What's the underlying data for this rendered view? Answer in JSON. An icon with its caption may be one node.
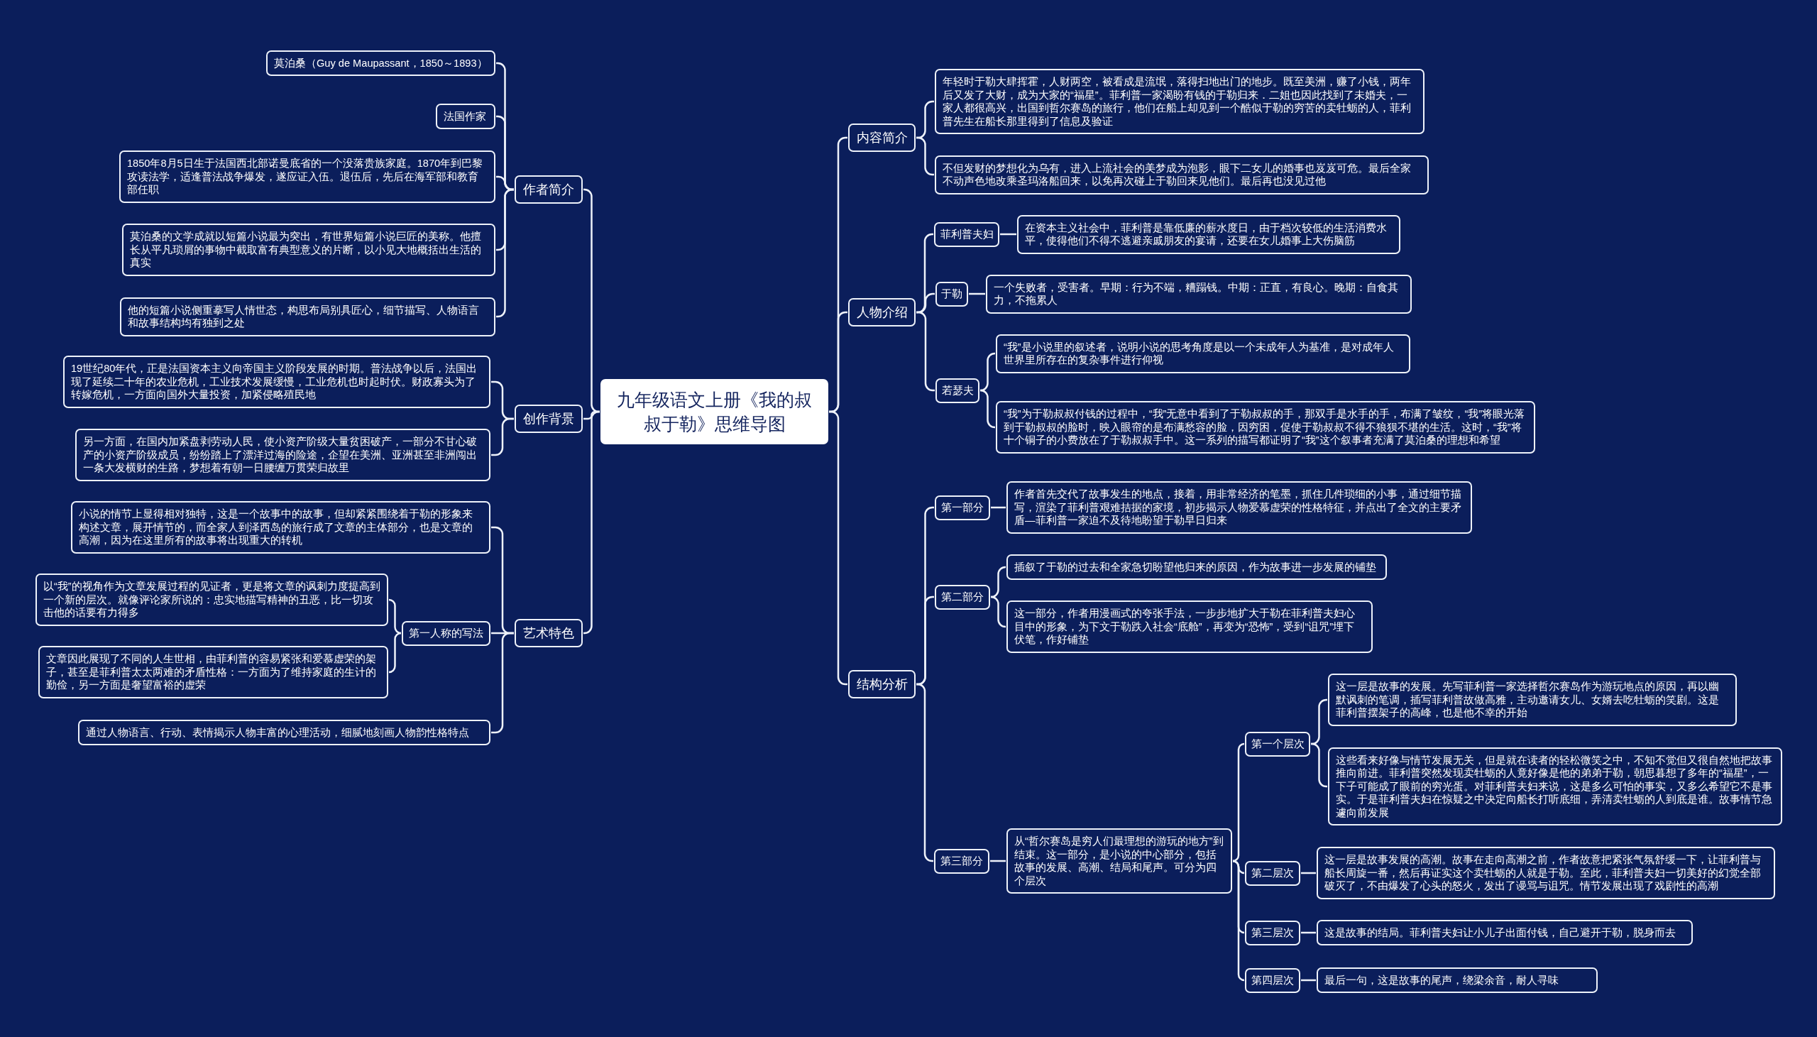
{
  "diagram": {
    "nodes": [
      {
        "text": [
          "九年级语文上册《我的叔叔于勒》思维导图"
        ]
      },
      {
        "text": [
          "内容简介"
        ]
      },
      {
        "text": [
          "年轻时于勒大肆挥霍，人财两空，被看成是流氓，落得扫地出门的地步。既至美洲，赚了小钱，两年后又发了大财，成为大家的“福星”。菲利普一家渴盼有钱的于勒归来．二姐也因此找到了未婚夫，一家人都很高兴，出国到哲尔赛岛的旅行，他们在船上却见到一个酷似于勒的穷苦的卖牡蛎的人，菲利普先生在船长那里得到了信息及验证"
        ]
      },
      {
        "text": [
          "不但发财的梦想化为乌有，进入上流社会的美梦成为泡影，眼下二女儿的婚事也岌岌可危。最后全家不动声色地改乘圣玛洛船回来，以免再次碰上于勒回来见他们。最后再也没见过他"
        ]
      },
      {
        "text": [
          "人物介绍"
        ]
      },
      {
        "text": [
          "菲利普夫妇"
        ]
      },
      {
        "text": [
          "在资本主义社会中，菲利普是靠低廉的薪水度日，由于档次较低的生活消费水平，使得他们不得不逃避亲戚朋友的宴请，还要在女儿婚事上大伤脑筋"
        ]
      },
      {
        "text": [
          "于勒"
        ]
      },
      {
        "text": [
          "一个失败者，受害者。早期：行为不端，糟蹋钱。中期：正直，有良心。晚期：自食其力，不拖累人"
        ]
      },
      {
        "text": [
          "若瑟夫"
        ]
      },
      {
        "text": [
          "“我”是小说里的叙述者，说明小说的思考角度是以一个未成年人为基准，是对成年人世界里所存在的复杂事件进行仰视"
        ]
      },
      {
        "text": [
          "“我”为于勒叔叔付钱的过程中，“我”无意中看到了于勒叔叔的手，那双手是水手的手，布满了皱纹，“我”将眼光落到于勒叔叔的脸时，映入眼帘的是布满愁容的脸，因穷困，促使于勒叔叔不得不狼狈不堪的生活。这时，“我”将十个铜子的小费放在了于勒叔叔手中。这一系列的描写都证明了“我”这个叙事者充满了莫泊桑的理想和希望"
        ]
      },
      {
        "text": [
          "结构分析"
        ]
      },
      {
        "text": [
          "第一部分"
        ]
      },
      {
        "text": [
          "作者首先交代了故事发生的地点，接着，用非常经济的笔墨，抓住几件琐细的小事，通过细节描写，渲染了菲利普艰难拮据的家境，初步揭示人物爱慕虚荣的性格特征，并点出了全文的主要矛盾—菲利普一家迫不及待地盼望于勒早日归来"
        ]
      },
      {
        "text": [
          "第二部分"
        ]
      },
      {
        "text": [
          "插叙了于勒的过去和全家急切盼望他归来的原因，作为故事进一步发展的铺垫"
        ]
      },
      {
        "text": [
          "这一部分，作者用漫画式的夸张手法，一步步地扩大于勒在菲利普夫妇心目中的形象，为下文于勒跌入社会“底舱”，再变为“恐怖”，受到“诅咒”埋下伏笔，作好铺垫"
        ]
      },
      {
        "text": [
          "第三部分"
        ]
      },
      {
        "text": [
          "从“哲尔赛岛是穷人们最理想的游玩的地方”到结束。这一部分，是小说的中心部分，包括故事的发展、高潮、结局和尾声。可分为四个层次"
        ]
      },
      {
        "text": [
          "第一个层次"
        ]
      },
      {
        "text": [
          "这一层是故事的发展。先写菲利普一家选择哲尔赛岛作为游玩地点的原因，再以幽默讽刺的笔调，插写菲利普故做高雅，主动邀请女儿、女婿去吃牡蛎的笑剧。这是菲利普摆架子的高峰，也是他不幸的开始"
        ]
      },
      {
        "text": [
          "这些看来好像与情节发展无关，但是就在读者的轻松微笑之中，不知不觉但又很自然地把故事推向前进。菲利普突然发现卖牡蛎的人竟好像是他的弟弟于勒，朝思暮想了多年的“福星”，一下子可能成了眼前的穷光蛋。对菲利普夫妇来说，这是多么可怕的事实，又多么希望它不是事实。于是菲利普夫妇在惊疑之中决定向船长打听底细，弄清卖牡蛎的人到底是谁。故事情节急遽向前发展"
        ]
      },
      {
        "text": [
          "第二层次"
        ]
      },
      {
        "text": [
          "这一层是故事发展的高潮。故事在走向高潮之前，作者故意把紧张气氛舒缓一下，让菲利普与船长周旋一番，然后再证实这个卖牡蛎的人就是于勒。至此，菲利普夫妇一切美好的幻觉全部破灭了，不由爆发了心头的怒火，发出了谩骂与诅咒。情节发展出现了戏剧性的高潮"
        ]
      },
      {
        "text": [
          "第三层次"
        ]
      },
      {
        "text": [
          "这是故事的结局。菲利普夫妇让小儿子出面付钱，自己避开于勒，脱身而去"
        ]
      },
      {
        "text": [
          "第四层次"
        ]
      },
      {
        "text": [
          "最后一句，这是故事的尾声，绕梁余音，耐人寻味"
        ]
      },
      {
        "text": [
          "作者简介"
        ]
      },
      {
        "text": [
          "莫泊桑（Guy de Maupassant，1850～1893）"
        ]
      },
      {
        "text": [
          "法国作家"
        ]
      },
      {
        "text": [
          "1850年8月5日生于法国西北部诺曼底省的一个没落贵族家庭。1870年到巴黎攻读法学，适逢普法战争爆发，遂应证入伍。退伍后，先后在海军部和教育部任职"
        ]
      },
      {
        "text": [
          "莫泊桑的文学成就以短篇小说最为突出，有世界短篇小说巨匠的美称。他擅长从平凡琐屑的事物中截取富有典型意义的片断，以小见大地概括出生活的真实"
        ]
      },
      {
        "text": [
          "他的短篇小说侧重摹写人情世态，构思布局别具匠心，细节描写、人物语言和故事结构均有独到之处"
        ]
      },
      {
        "text": [
          "创作背景"
        ]
      },
      {
        "text": [
          "19世纪80年代，正是法国资本主义向帝国主义阶段发展的时期。普法战争以后，法国出现了延续二十年的农业危机，工业技术发展缓慢，工业危机也时起时伏。财政寡头为了转嫁危机，一方面向国外大量投资，加紧侵略殖民地"
        ]
      },
      {
        "text": [
          "另一方面，在国内加紧盘剥劳动人民，使小资产阶级大量贫困破产，一部分不甘心破产的小资产阶级成员，纷纷踏上了漂洋过海的险途，企望在美洲、亚洲甚至非洲闯出一条大发横财的生路，梦想着有朝一日腰缠万贯荣归故里"
        ]
      },
      {
        "text": [
          "艺术特色"
        ]
      },
      {
        "text": [
          "小说的情节上显得相对独特，这是一个故事中的故事，但却紧紧围绕着于勒的形象来构述文章，展开情节的，而全家人到泽西岛的旅行成了文章的主体部分，也是文章的高潮，因为在这里所有的故事将出现重大的转机"
        ]
      },
      {
        "text": [
          "第一人称的写法"
        ]
      },
      {
        "text": [
          "以“我”的视角作为文章发展过程的见证者，更是将文章的讽刺力度提高到一个新的层次。就像评论家所说的：忠实地描写精神的丑恶，比一切攻击他的话要有力得多"
        ]
      },
      {
        "text": [
          "文章因此展现了不同的人生世相，由菲利普的容易紧张和爱慕虚荣的架子，甚至是菲利普太太两难的矛盾性格：一方面为了维持家庭的生计的勤俭，另一方面是奢望富裕的虚荣"
        ]
      },
      {
        "text": [
          "通过人物语言、行动、表情揭示人物丰富的心理活动，细腻地刻画人物韵性格特点"
        ]
      }
    ],
    "edges": [
      {
        "from": 0,
        "to": 1,
        "arrow": "none"
      },
      {
        "from": 1,
        "to": 2,
        "arrow": "none"
      },
      {
        "from": 1,
        "to": 3,
        "arrow": "none"
      },
      {
        "from": 0,
        "to": 4,
        "arrow": "none"
      },
      {
        "from": 4,
        "to": 5,
        "arrow": "none"
      },
      {
        "from": 5,
        "to": 6,
        "arrow": "none"
      },
      {
        "from": 4,
        "to": 7,
        "arrow": "none"
      },
      {
        "from": 7,
        "to": 8,
        "arrow": "none"
      },
      {
        "from": 4,
        "to": 9,
        "arrow": "none"
      },
      {
        "from": 9,
        "to": 10,
        "arrow": "none"
      },
      {
        "from": 9,
        "to": 11,
        "arrow": "none"
      },
      {
        "from": 0,
        "to": 12,
        "arrow": "none"
      },
      {
        "from": 12,
        "to": 13,
        "arrow": "none"
      },
      {
        "from": 13,
        "to": 14,
        "arrow": "none"
      },
      {
        "from": 12,
        "to": 15,
        "arrow": "none"
      },
      {
        "from": 15,
        "to": 16,
        "arrow": "none"
      },
      {
        "from": 15,
        "to": 17,
        "arrow": "none"
      },
      {
        "from": 12,
        "to": 18,
        "arrow": "none"
      },
      {
        "from": 18,
        "to": 19,
        "arrow": "none"
      },
      {
        "from": 19,
        "to": 20,
        "arrow": "none"
      },
      {
        "from": 20,
        "to": 21,
        "arrow": "none"
      },
      {
        "from": 20,
        "to": 22,
        "arrow": "none"
      },
      {
        "from": 19,
        "to": 23,
        "arrow": "none"
      },
      {
        "from": 23,
        "to": 24,
        "arrow": "none"
      },
      {
        "from": 19,
        "to": 25,
        "arrow": "none"
      },
      {
        "from": 25,
        "to": 26,
        "arrow": "none"
      },
      {
        "from": 19,
        "to": 27,
        "arrow": "none"
      },
      {
        "from": 27,
        "to": 28,
        "arrow": "none"
      },
      {
        "from": 0,
        "to": 29,
        "arrow": "none"
      },
      {
        "from": 29,
        "to": 30,
        "arrow": "none"
      },
      {
        "from": 29,
        "to": 31,
        "arrow": "none"
      },
      {
        "from": 29,
        "to": 32,
        "arrow": "none"
      },
      {
        "from": 29,
        "to": 33,
        "arrow": "none"
      },
      {
        "from": 29,
        "to": 34,
        "arrow": "none"
      },
      {
        "from": 0,
        "to": 35,
        "arrow": "none"
      },
      {
        "from": 35,
        "to": 36,
        "arrow": "none"
      },
      {
        "from": 35,
        "to": 37,
        "arrow": "none"
      },
      {
        "from": 0,
        "to": 38,
        "arrow": "none"
      },
      {
        "from": 38,
        "to": 39,
        "arrow": "none"
      },
      {
        "from": 38,
        "to": 40,
        "arrow": "none"
      },
      {
        "from": 40,
        "to": 41,
        "arrow": "none"
      },
      {
        "from": 40,
        "to": 42,
        "arrow": "none"
      },
      {
        "from": 38,
        "to": 43,
        "arrow": "none"
      }
    ]
  }
}
